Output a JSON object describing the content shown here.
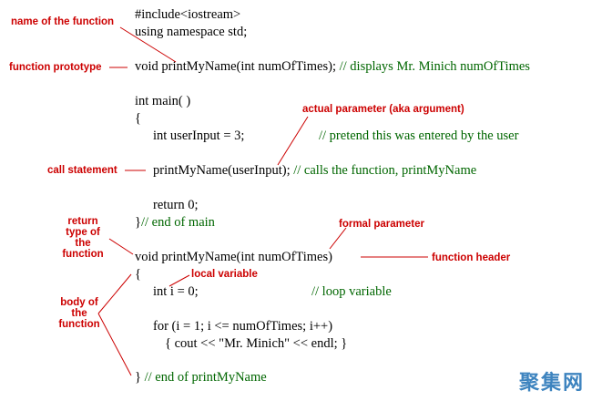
{
  "code": {
    "include": "#include<iostream>",
    "using": "using namespace std;",
    "prototype": "void printMyName(int numOfTimes);",
    "prototype_comment": "// displays Mr. Minich numOfTimes",
    "main_sig": "int main( )",
    "open_brace": "{",
    "decl": "int userInput = 3;",
    "decl_comment": "// pretend this was entered by the user",
    "call": "printMyName(userInput);",
    "call_comment": "// calls the function, printMyName",
    "ret": "return 0;",
    "close_main": "}",
    "close_main_comment": "// end of main",
    "header": "void printMyName(int numOfTimes)",
    "open_brace2": "{",
    "local": "int i = 0;",
    "local_comment": "// loop variable",
    "for_line": "for (i = 1; i <= numOfTimes; i++)",
    "cout_line": "{ cout << \"Mr. Minich\" << endl; }",
    "close_func": "}",
    "close_func_comment": "// end of printMyName"
  },
  "labels": {
    "name_of_function": "name of the function",
    "function_prototype": "function prototype",
    "actual_parameter": "actual parameter (aka argument)",
    "call_statement": "call statement",
    "return_type_lines": [
      "return",
      "type of",
      "the",
      "function"
    ],
    "formal_parameter": "formal parameter",
    "function_header": "function header",
    "local_variable": "local variable",
    "body_lines": [
      "body of",
      "the",
      "function"
    ]
  },
  "watermark": "聚集网",
  "colors": {
    "code": "#000000",
    "comment": "#006600",
    "label": "#cc0000",
    "watermark": "#1d6fb5"
  }
}
